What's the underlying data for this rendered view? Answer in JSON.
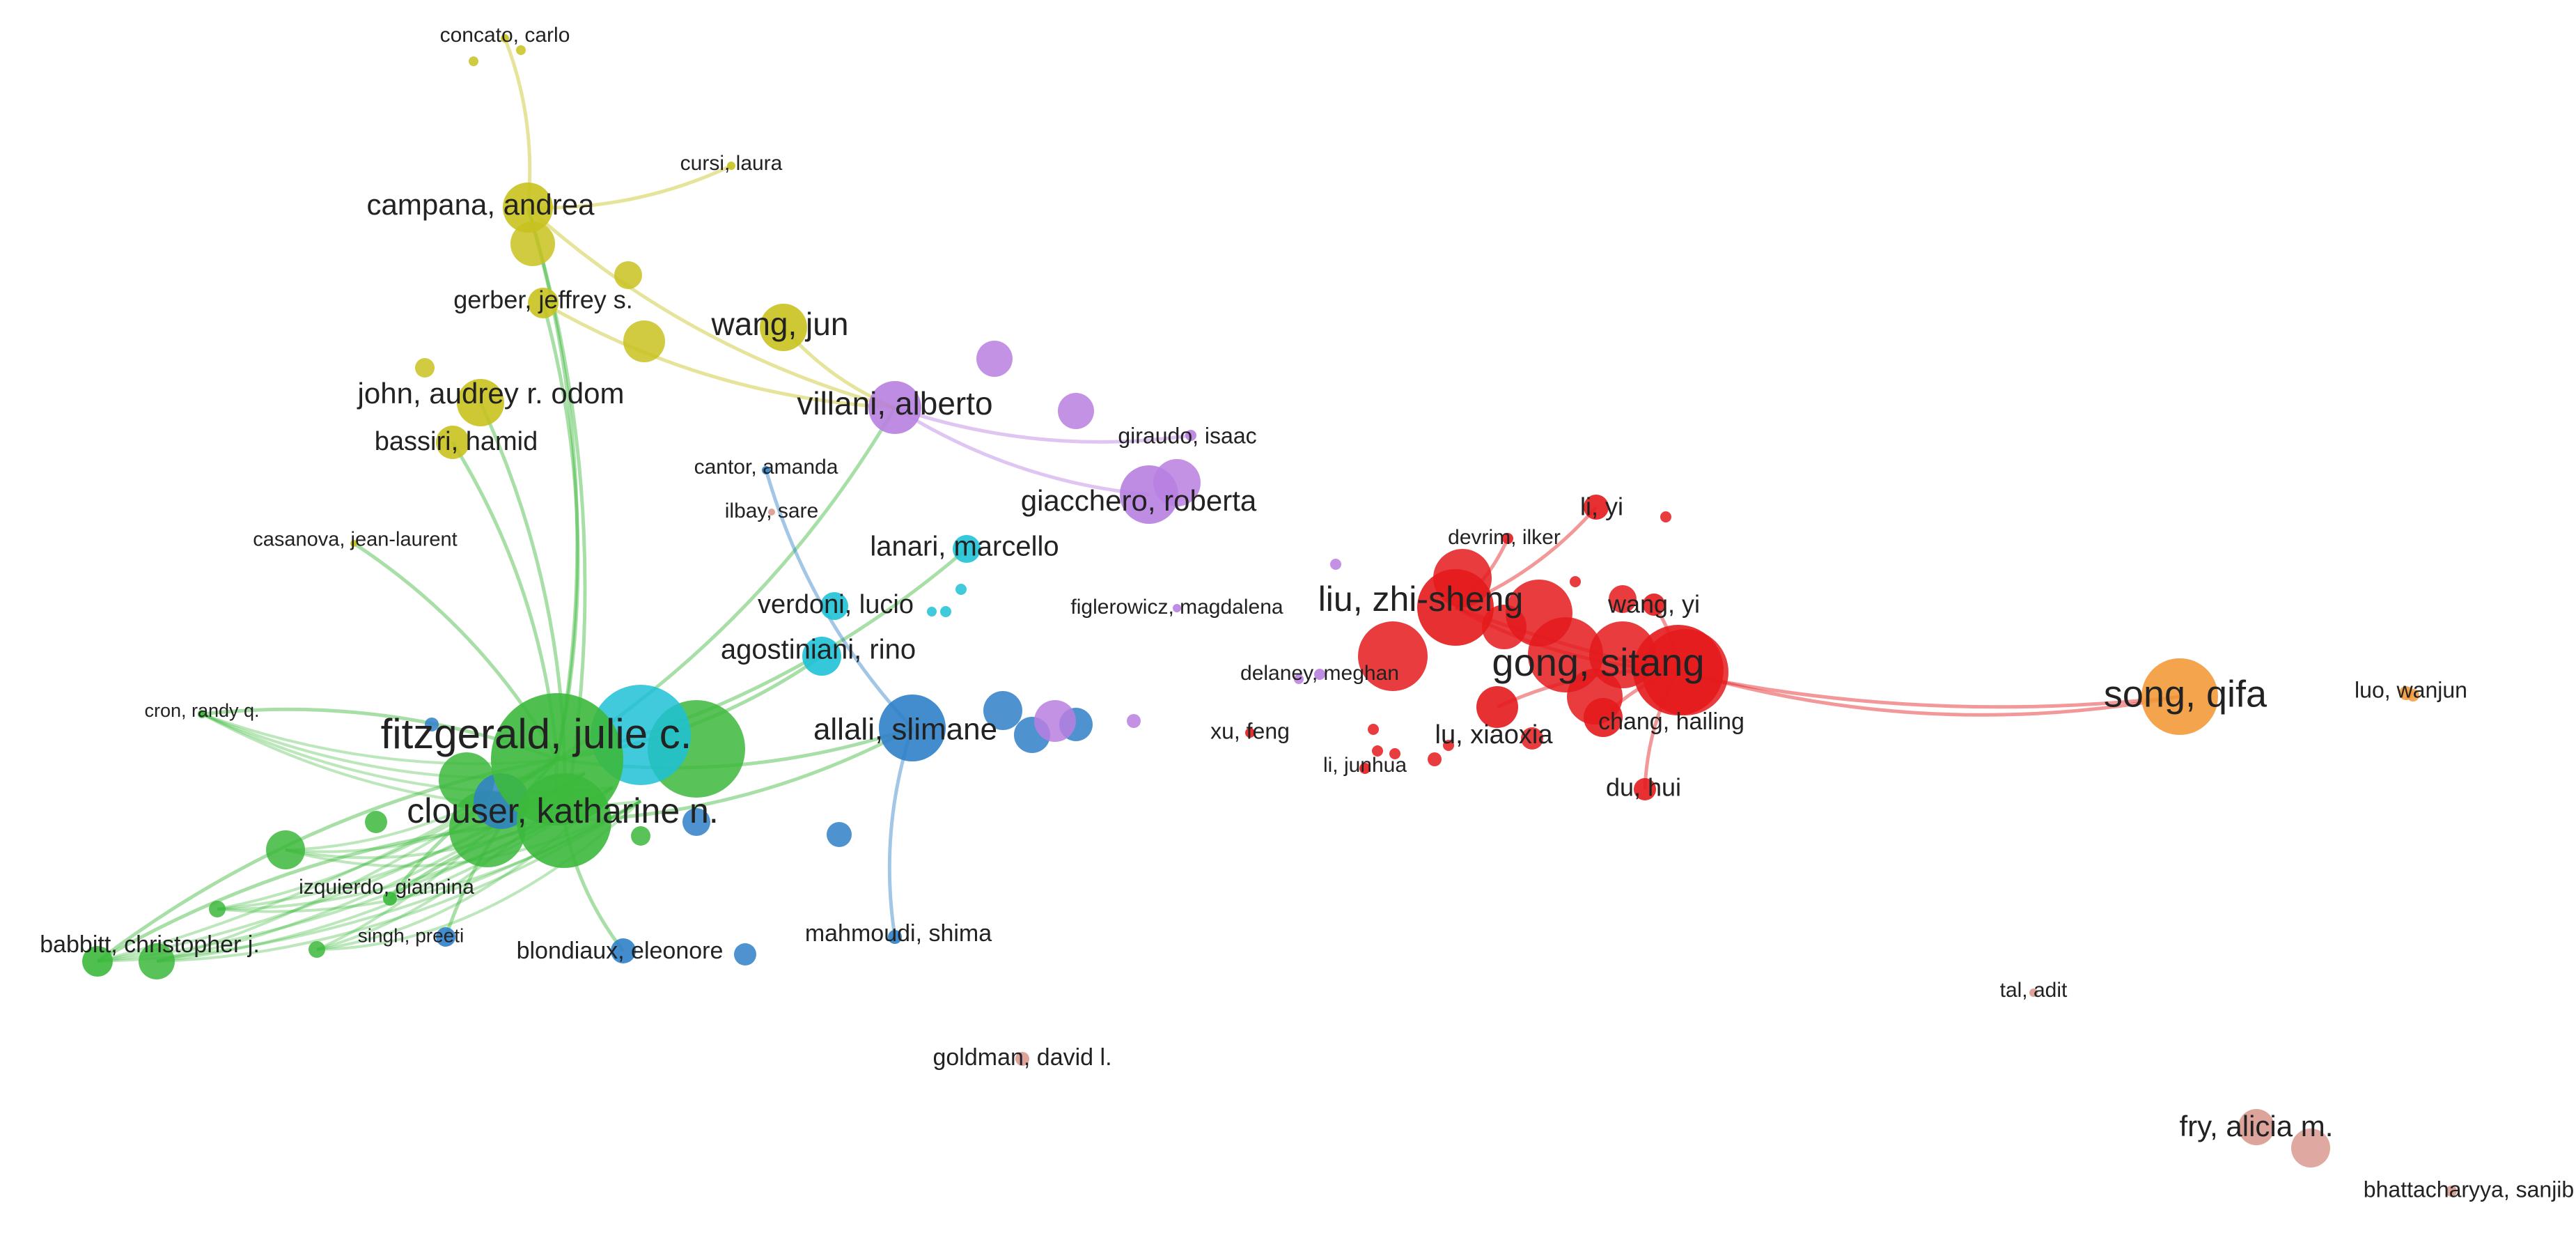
{
  "clusters": {
    "red": {
      "color": "#e41a1c"
    },
    "green": {
      "color": "#3cb93c"
    },
    "blue": {
      "color": "#2f80c8"
    },
    "yellow": {
      "color": "#c8c21e"
    },
    "purple": {
      "color": "#b87fe0"
    },
    "cyan": {
      "color": "#1fc1d6"
    },
    "orange": {
      "color": "#f39a3a"
    },
    "pink": {
      "color": "#d99a90"
    }
  },
  "authors": [
    {
      "id": "fitzgerald",
      "label": "fitzgerald, julie c.",
      "cluster": "green",
      "weight": 10
    },
    {
      "id": "clouser",
      "label": "clouser, katharine n.",
      "cluster": "green",
      "weight": 9
    },
    {
      "id": "babbitt",
      "label": "babbitt, christopher j.",
      "cluster": "green",
      "weight": 3
    },
    {
      "id": "izquierdo",
      "label": "izquierdo, giannina",
      "cluster": "green",
      "weight": 2
    },
    {
      "id": "cron",
      "label": "cron, randy q.",
      "cluster": "green",
      "weight": 1
    },
    {
      "id": "allali",
      "label": "allali, slimane",
      "cluster": "blue",
      "weight": 7
    },
    {
      "id": "blondiaux",
      "label": "blondiaux, eleonore",
      "cluster": "blue",
      "weight": 3
    },
    {
      "id": "mahmoudi",
      "label": "mahmoudi, shima",
      "cluster": "blue",
      "weight": 2
    },
    {
      "id": "cantor",
      "label": "cantor, amanda",
      "cluster": "blue",
      "weight": 1
    },
    {
      "id": "singh",
      "label": "singh, preeti",
      "cluster": "blue",
      "weight": 2
    },
    {
      "id": "campana",
      "label": "campana, andrea",
      "cluster": "yellow",
      "weight": 5
    },
    {
      "id": "gerber",
      "label": "gerber, jeffrey s.",
      "cluster": "yellow",
      "weight": 3
    },
    {
      "id": "wang_jun",
      "label": "wang, jun",
      "cluster": "yellow",
      "weight": 5
    },
    {
      "id": "john",
      "label": "john, audrey r. odom",
      "cluster": "yellow",
      "weight": 4
    },
    {
      "id": "bassiri",
      "label": "bassiri, hamid",
      "cluster": "yellow",
      "weight": 4
    },
    {
      "id": "concato",
      "label": "concato, carlo",
      "cluster": "yellow",
      "weight": 1
    },
    {
      "id": "cursi",
      "label": "cursi, laura",
      "cluster": "yellow",
      "weight": 1
    },
    {
      "id": "casanova",
      "label": "casanova, jean-laurent",
      "cluster": "yellow",
      "weight": 1
    },
    {
      "id": "villani",
      "label": "villani, alberto",
      "cluster": "purple",
      "weight": 6
    },
    {
      "id": "giacchero",
      "label": "giacchero, roberta",
      "cluster": "purple",
      "weight": 5
    },
    {
      "id": "giraudo",
      "label": "giraudo, isaac",
      "cluster": "purple",
      "weight": 1
    },
    {
      "id": "figlerowicz",
      "label": "figlerowicz, magdalena",
      "cluster": "purple",
      "weight": 1
    },
    {
      "id": "delaney",
      "label": "delaney, meghan",
      "cluster": "purple",
      "weight": 1
    },
    {
      "id": "lanari",
      "label": "lanari, marcello",
      "cluster": "cyan",
      "weight": 3
    },
    {
      "id": "verdoni",
      "label": "verdoni, lucio",
      "cluster": "cyan",
      "weight": 3
    },
    {
      "id": "agostiniani",
      "label": "agostiniani, rino",
      "cluster": "cyan",
      "weight": 4
    },
    {
      "id": "ilbay",
      "label": "ilbay, sare",
      "cluster": "pink",
      "weight": 1
    },
    {
      "id": "liu",
      "label": "liu, zhi-sheng",
      "cluster": "red",
      "weight": 8
    },
    {
      "id": "gong",
      "label": "gong, sitang",
      "cluster": "red",
      "weight": 10
    },
    {
      "id": "li_yi",
      "label": "li, yi",
      "cluster": "red",
      "weight": 2
    },
    {
      "id": "devrim",
      "label": "devrim, ilker",
      "cluster": "red",
      "weight": 1
    },
    {
      "id": "wang_yi",
      "label": "wang, yi",
      "cluster": "red",
      "weight": 2
    },
    {
      "id": "chang",
      "label": "chang, hailing",
      "cluster": "red",
      "weight": 4
    },
    {
      "id": "lu",
      "label": "lu, xiaoxia",
      "cluster": "red",
      "weight": 4
    },
    {
      "id": "xu",
      "label": "xu, feng",
      "cluster": "red",
      "weight": 1
    },
    {
      "id": "li_junhua",
      "label": "li, junhua",
      "cluster": "red",
      "weight": 1
    },
    {
      "id": "du",
      "label": "du, hui",
      "cluster": "red",
      "weight": 2
    },
    {
      "id": "song",
      "label": "song, qifa",
      "cluster": "orange",
      "weight": 7
    },
    {
      "id": "luo",
      "label": "luo, wanjun",
      "cluster": "orange",
      "weight": 1
    },
    {
      "id": "tal",
      "label": "tal, adit",
      "cluster": "pink",
      "weight": 1
    },
    {
      "id": "goldman",
      "label": "goldman, david l.",
      "cluster": "pink",
      "weight": 1
    },
    {
      "id": "fry",
      "label": "fry, alicia m.",
      "cluster": "pink",
      "weight": 3
    },
    {
      "id": "bhattacharyya",
      "label": "bhattacharyya, sanjib",
      "cluster": "pink",
      "weight": 1
    }
  ],
  "links": [
    [
      "fitzgerald",
      "clouser"
    ],
    [
      "fitzgerald",
      "babbitt"
    ],
    [
      "clouser",
      "babbitt"
    ],
    [
      "fitzgerald",
      "izquierdo"
    ],
    [
      "clouser",
      "izquierdo"
    ],
    [
      "fitzgerald",
      "cron"
    ],
    [
      "fitzgerald",
      "allali"
    ],
    [
      "clouser",
      "allali"
    ],
    [
      "fitzgerald",
      "singh"
    ],
    [
      "clouser",
      "blondiaux"
    ],
    [
      "fitzgerald",
      "campana"
    ],
    [
      "clouser",
      "campana"
    ],
    [
      "fitzgerald",
      "gerber"
    ],
    [
      "fitzgerald",
      "bassiri"
    ],
    [
      "clouser",
      "john"
    ],
    [
      "fitzgerald",
      "casanova"
    ],
    [
      "campana",
      "concato"
    ],
    [
      "campana",
      "villani"
    ],
    [
      "campana",
      "cursi"
    ],
    [
      "wang_jun",
      "villani"
    ],
    [
      "gerber",
      "villani"
    ],
    [
      "villani",
      "giacchero"
    ],
    [
      "villani",
      "giraudo"
    ],
    [
      "fitzgerald",
      "villani"
    ],
    [
      "fitzgerald",
      "agostiniani"
    ],
    [
      "fitzgerald",
      "lanari"
    ],
    [
      "cantor",
      "allali"
    ],
    [
      "allali",
      "mahmoudi"
    ],
    [
      "liu",
      "gong"
    ],
    [
      "gong",
      "chang"
    ],
    [
      "liu",
      "li_yi"
    ],
    [
      "liu",
      "devrim"
    ],
    [
      "gong",
      "wang_yi"
    ],
    [
      "gong",
      "song"
    ],
    [
      "liu",
      "song"
    ],
    [
      "gong",
      "lu"
    ],
    [
      "gong",
      "du"
    ]
  ]
}
